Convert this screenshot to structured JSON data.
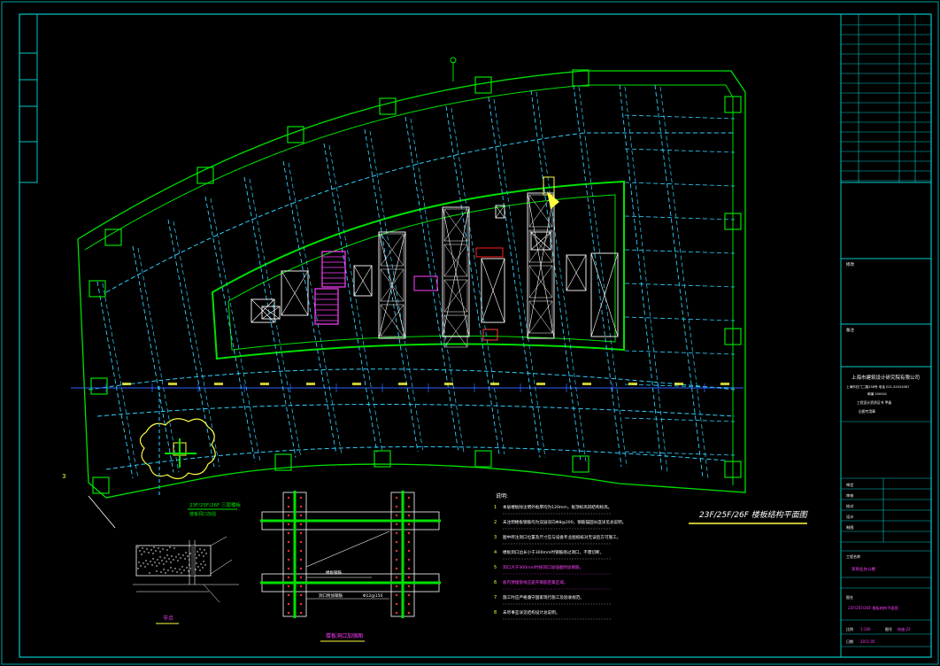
{
  "drawing": {
    "plan_title": "23F/25F/26F 楼板结构平面图",
    "detail_callout": "23F/25F/26F 三层楼板",
    "detail_callout_sub": "楼板洞口加强",
    "detail_title_left": "节点",
    "detail_title_mid": "楼板洞口加强图",
    "rebar_notes": [
      "楼板钢筋",
      "洞口附加钢筋",
      "Φ12@150"
    ]
  },
  "notes": {
    "title": "说明:",
    "items": [
      {
        "num": "1",
        "text": "本层楼板除注明外板厚均为120mm，板顶标高同结构标高。"
      },
      {
        "num": "2",
        "text": "未注明楼板钢筋均为双层双向Φ8@200，钢筋锚固长度详见总说明。"
      },
      {
        "num": "3",
        "text": "图中所注洞口位置及尺寸应与设备专业图纸核对无误后方可施工。"
      },
      {
        "num": "4",
        "text": "楼板洞口边长小于300mm时钢筋绕过洞口，不需切断。"
      },
      {
        "num": "5",
        "text": "洞口大于300mm时按洞口加强图附加钢筋。"
      },
      {
        "num": "6",
        "text": "板内预埋管线应避开钢筋密集区域。"
      },
      {
        "num": "7",
        "text": "施工时应严格遵守国家现行施工及验收规范。"
      },
      {
        "num": "8",
        "text": "未尽事宜详见结构设计总说明。"
      }
    ]
  },
  "title_block": {
    "company": "上海市建筑设计研究院有限公司",
    "address_1": "上海市石门二路258号 电话 021-52524567",
    "address_2": "邮编 200041",
    "license": "工程设计资质证书 甲级",
    "seal_label": "出图专用章",
    "rev_label": "修改",
    "notes_label": "备注",
    "project_label": "工程名称",
    "project_value": "某商业办公楼",
    "drawing_name_label": "图名",
    "drawing_name_value": "23F/25F/26F 楼板结构平面图",
    "scale_label": "比例",
    "scale_value": "1:100",
    "sheet_label": "图号",
    "sheet_value": "结施-23",
    "date_label": "日期",
    "date_value": "2011.05",
    "roles": [
      "审定",
      "审核",
      "校对",
      "设计",
      "制图"
    ]
  },
  "colors": {
    "frame": "#00c8c8",
    "slab": "#00e000",
    "dash": "#30d0ff",
    "text_yellow": "#ffff40",
    "text_magenta": "#ff40ff",
    "text_white": "#ffffff"
  }
}
